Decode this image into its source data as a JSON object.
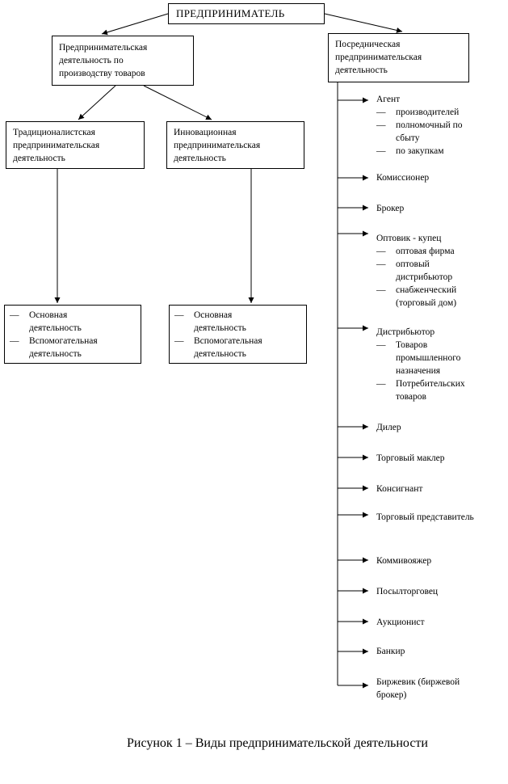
{
  "root": "ПРЕДПРИНИМАТЕЛЬ",
  "production": "Предпринимательская\nдеятельность по\nпроизводству товаров",
  "intermediary": "Посредническая\nпредпринимательская\nдеятельность",
  "traditional": "Традиционалистская\nпредпринимательская\nдеятельность",
  "innovative": "Инновационная\nпредпринимательская\nдеятельность",
  "dash": "—",
  "activities_left": [
    "Основная\nдеятельность",
    "Вспомогательная\nдеятельность"
  ],
  "activities_right": [
    "Основная\nдеятельность",
    "Вспомогательная\nдеятельность"
  ],
  "branches": [
    {
      "label": "Агент",
      "subs": [
        "производителей",
        "полномочный по\nсбыту",
        "по закупкам"
      ]
    },
    {
      "label": "Комиссионер",
      "subs": []
    },
    {
      "label": "Брокер",
      "subs": []
    },
    {
      "label": "Оптовик - купец",
      "subs": [
        "оптовая фирма",
        "оптовый\nдистрибьютор",
        "снабженческий\n(торговый дом)"
      ]
    },
    {
      "label": "Дистрибьютор",
      "subs": [
        "Товаров\nпромышленного\nназначения",
        "Потребительских\nтоваров"
      ]
    },
    {
      "label": "Дилер",
      "subs": []
    },
    {
      "label": "Торговый маклер",
      "subs": []
    },
    {
      "label": "Консигнант",
      "subs": []
    },
    {
      "label": "Торговый представитель",
      "subs": []
    },
    {
      "label": "Коммивояжер",
      "subs": []
    },
    {
      "label": "Посылторговец",
      "subs": []
    },
    {
      "label": "Аукционист",
      "subs": []
    },
    {
      "label": "Банкир",
      "subs": []
    },
    {
      "label": "Биржевик (биржевой\nброкер)",
      "subs": []
    }
  ],
  "caption": "Рисунок 1 – Виды предпринимательской деятельности"
}
